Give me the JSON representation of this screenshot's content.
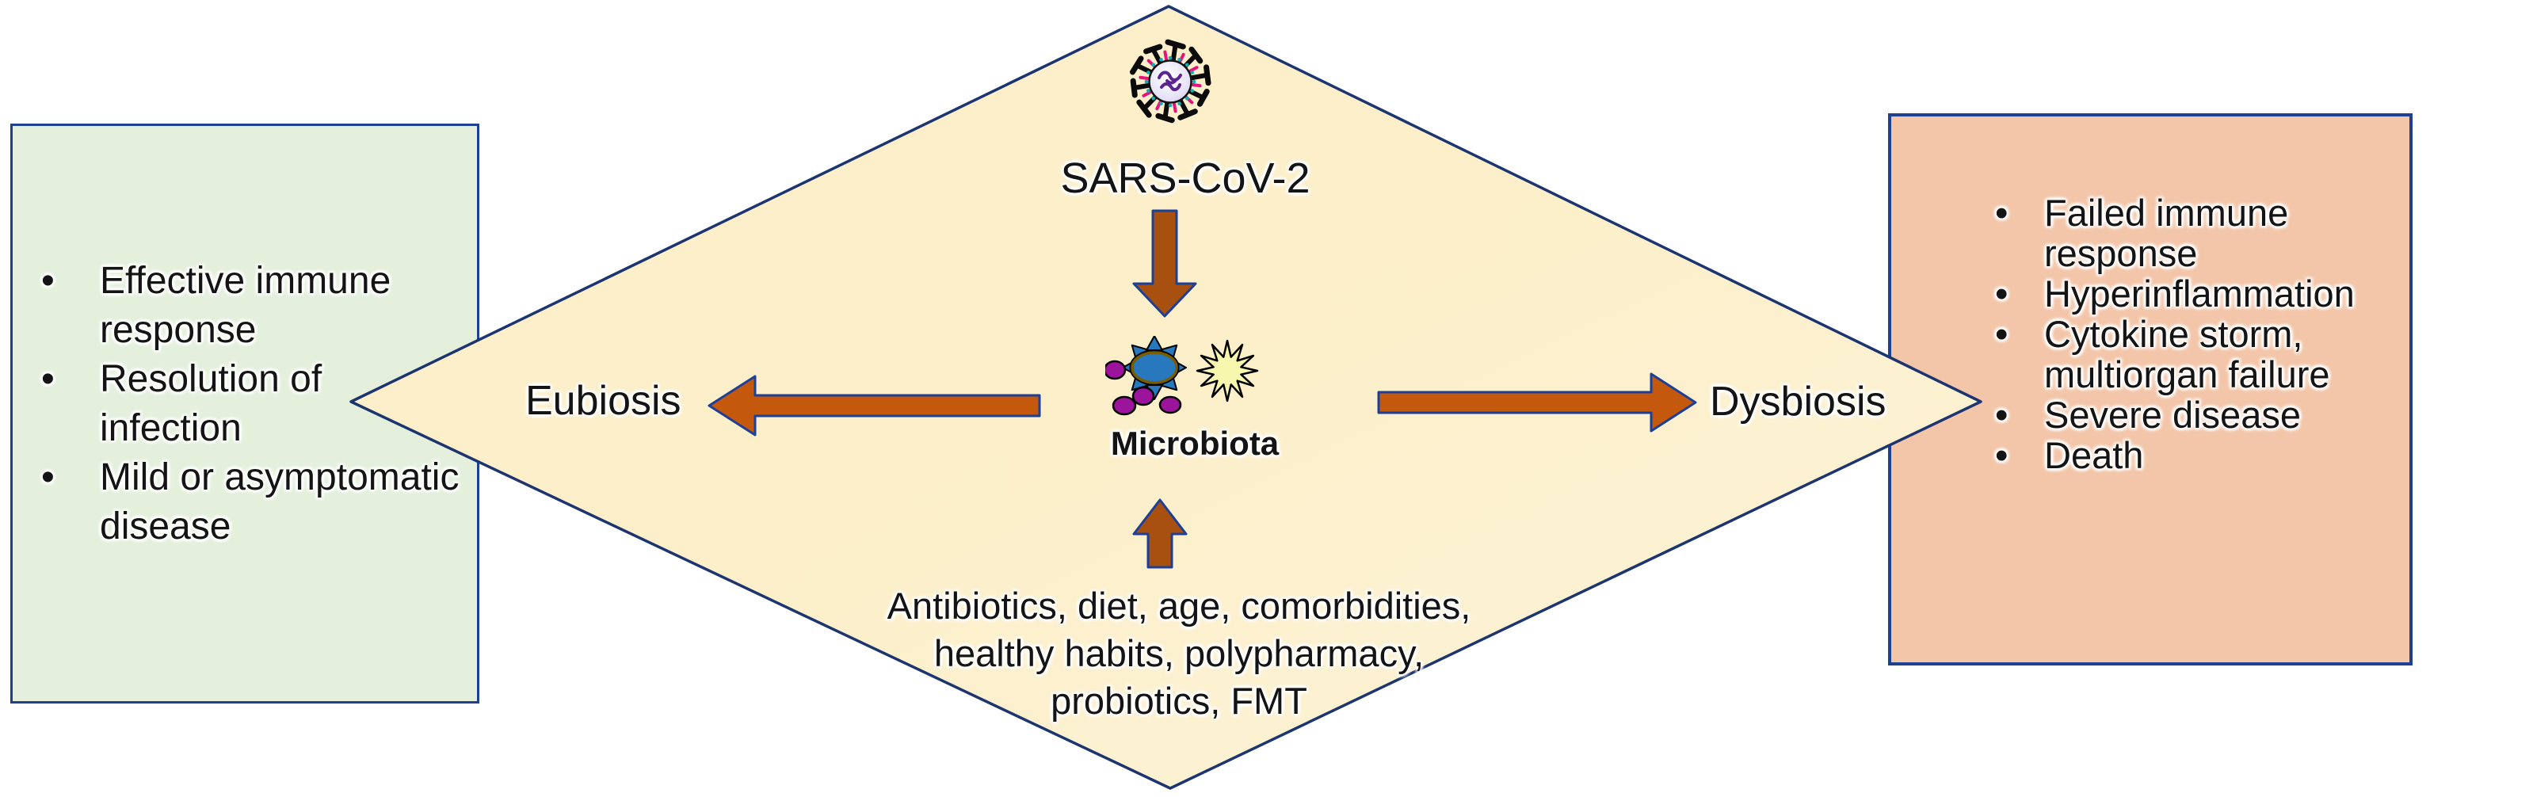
{
  "figure": {
    "virus_label": "SARS-CoV-2",
    "microbiota_label": "Microbiota",
    "left_outcome_label": "Eubiosis",
    "right_outcome_label": "Dysbiosis",
    "modulators_lines": [
      "Antibiotics, diet, age, comorbidities,",
      "healthy habits, polypharmacy,",
      "probiotics, FMT"
    ]
  },
  "eubiosis_box": {
    "bullet": "•",
    "items": [
      {
        "line1": "Effective immune",
        "line2": "response"
      },
      {
        "line1": "Resolution of",
        "line2": "infection"
      },
      {
        "line1": "Mild or asymptomatic",
        "line2": "disease"
      }
    ]
  },
  "dysbiosis_box": {
    "bullet": "•",
    "items": [
      {
        "line1": "Failed immune",
        "line2": "response"
      },
      {
        "line1": "Hyperinflammation",
        "line2": ""
      },
      {
        "line1": "Cytokine storm,",
        "line2": "multiorgan failure"
      },
      {
        "line1": "Severe disease",
        "line2": ""
      },
      {
        "line1": "Death",
        "line2": ""
      }
    ]
  },
  "icons": {
    "virus": "sars-cov-2-virus-icon",
    "microbiota": "microbiota-cluster-icon"
  },
  "colors": {
    "canvas_bg": "#ffffff",
    "diamond_fill": "#fcefc9",
    "diamond_fill_light": "#fdf3d8",
    "diamond_outline": "#1c3570",
    "box_outline": "#1e4090",
    "arrow_outline": "#1d4096",
    "arrow_orange": "#c4590e",
    "arrow_brown": "#a8500f",
    "eubiosis_box_fill": "#e4f0dc",
    "dysbiosis_box_fill": "#f3c6a9",
    "text_color": "#141414"
  }
}
